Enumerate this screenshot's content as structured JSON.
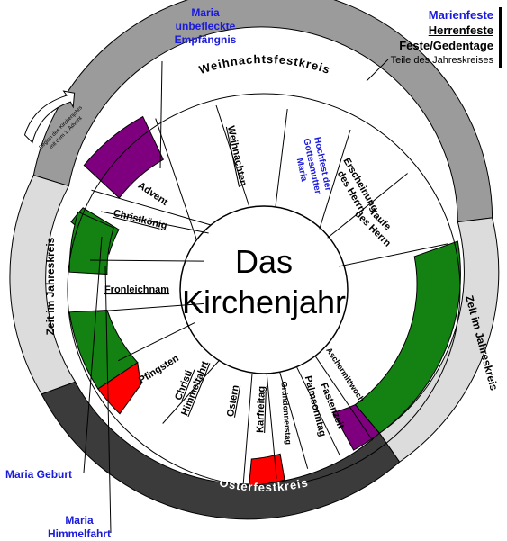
{
  "center": {
    "line1": "Das",
    "line2": "Kirchenjahr"
  },
  "legend": {
    "marienfeste": "Marienfeste",
    "herrenfeste": "Herrenfeste",
    "feste": "Feste/Gedentage",
    "teile": "Teile des Jahreskreises"
  },
  "notes": {
    "empfaengnis_1": "Maria",
    "empfaengnis_2": "unbefleckte",
    "empfaengnis_3": "Empfängnis",
    "geburt": "Maria Geburt",
    "himmelfahrt_1": "Maria",
    "himmelfahrt_2": "Himmelfahrt"
  },
  "ring_labels": {
    "weihnachtsfestkreis": "Weihnachtsfestkreis",
    "zeit_left": "Zeit im Jahreskreis",
    "zeit_right": "Zeit im Jahreskreis",
    "osterfestkreis": "Osterfestkreis"
  },
  "beginn": {
    "line1": "Beginn des Kirchenjahrs",
    "line2": "mit dem 1. Advent"
  },
  "colors": {
    "christmas_ring": "#9b9b9b",
    "easter_ring": "#3b3b3b",
    "ordinary_ring": "#dcdcdc",
    "purple": "#7f007f",
    "green": "#138213",
    "red": "#ff0000",
    "marien_blue": "#1a1adc"
  },
  "feasts": [
    {
      "id": "advent",
      "label": "Advent",
      "style": "feste"
    },
    {
      "id": "weihnachten",
      "label": "Weihnachten",
      "style": "herren"
    },
    {
      "id": "hochfest",
      "label": "Hochfest der Gottesmutter Maria",
      "style": "marien"
    },
    {
      "id": "erscheinung",
      "label": "Erscheinung des Herrn",
      "style": "feste"
    },
    {
      "id": "taufe",
      "label": "Taufe des Herrn",
      "style": "feste"
    },
    {
      "id": "aschermittwoch",
      "label": "Aschermittwoch",
      "style": "feste"
    },
    {
      "id": "fastenzeit",
      "label": "Fastenzeit",
      "style": "feste"
    },
    {
      "id": "palmsonntag",
      "label": "Palmsonntag",
      "style": "feste"
    },
    {
      "id": "gruendonnerstag",
      "label": "Gründonnerstag",
      "style": "feste"
    },
    {
      "id": "karfreitag",
      "label": "Karfreitag",
      "style": "herren"
    },
    {
      "id": "ostern",
      "label": "Ostern",
      "style": "herren"
    },
    {
      "id": "himmelfahrt",
      "label": "Christi Himmelfahrt",
      "style": "herren"
    },
    {
      "id": "pfingsten",
      "label": "Pfingsten",
      "style": "feste"
    },
    {
      "id": "fronleichnam",
      "label": "Fronleichnam",
      "style": "herren"
    },
    {
      "id": "christkoenig",
      "label": "Christkönig",
      "style": "herren"
    }
  ]
}
